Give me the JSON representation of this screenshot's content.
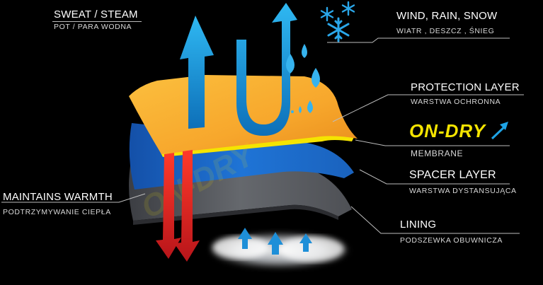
{
  "labels": {
    "sweat": {
      "title": "SWEAT / STEAM",
      "subtitle": "POT / PARA WODNA"
    },
    "wind": {
      "title": "WIND, RAIN, SNOW",
      "subtitle": "WIATR , DESZCZ , ŚNIEG"
    },
    "protection": {
      "title": "PROTECTION LAYER",
      "subtitle": "WARSTWA OCHRONNA"
    },
    "membrane": {
      "brand": "ON-DRY",
      "subtitle": "MEMBRANE"
    },
    "spacer": {
      "title": "SPACER LAYER",
      "subtitle": "WARSTWA DYSTANSUJĄCA"
    },
    "warmth": {
      "title": "MAINTAINS WARMTH",
      "subtitle": "PODTRZYMYWANIE CIEPŁA"
    },
    "lining": {
      "title": "LINING",
      "subtitle": "PODSZEWKA OBUWNICZA"
    }
  },
  "colors": {
    "background": "#000000",
    "protection_layer": "#f7a72c",
    "membrane_edge": "#f5e400",
    "spacer_layer": "#1e6fd0",
    "lining_layer": "#595b60",
    "arrow_blue": "#1ea4e6",
    "arrow_red": "#e31e24",
    "snowflake": "#2aa7ea"
  },
  "icons": [
    "snowflake-icon",
    "water-drop-icon",
    "up-arrow-icon",
    "u-turn-arrow-icon",
    "steam-cloud-icon"
  ]
}
